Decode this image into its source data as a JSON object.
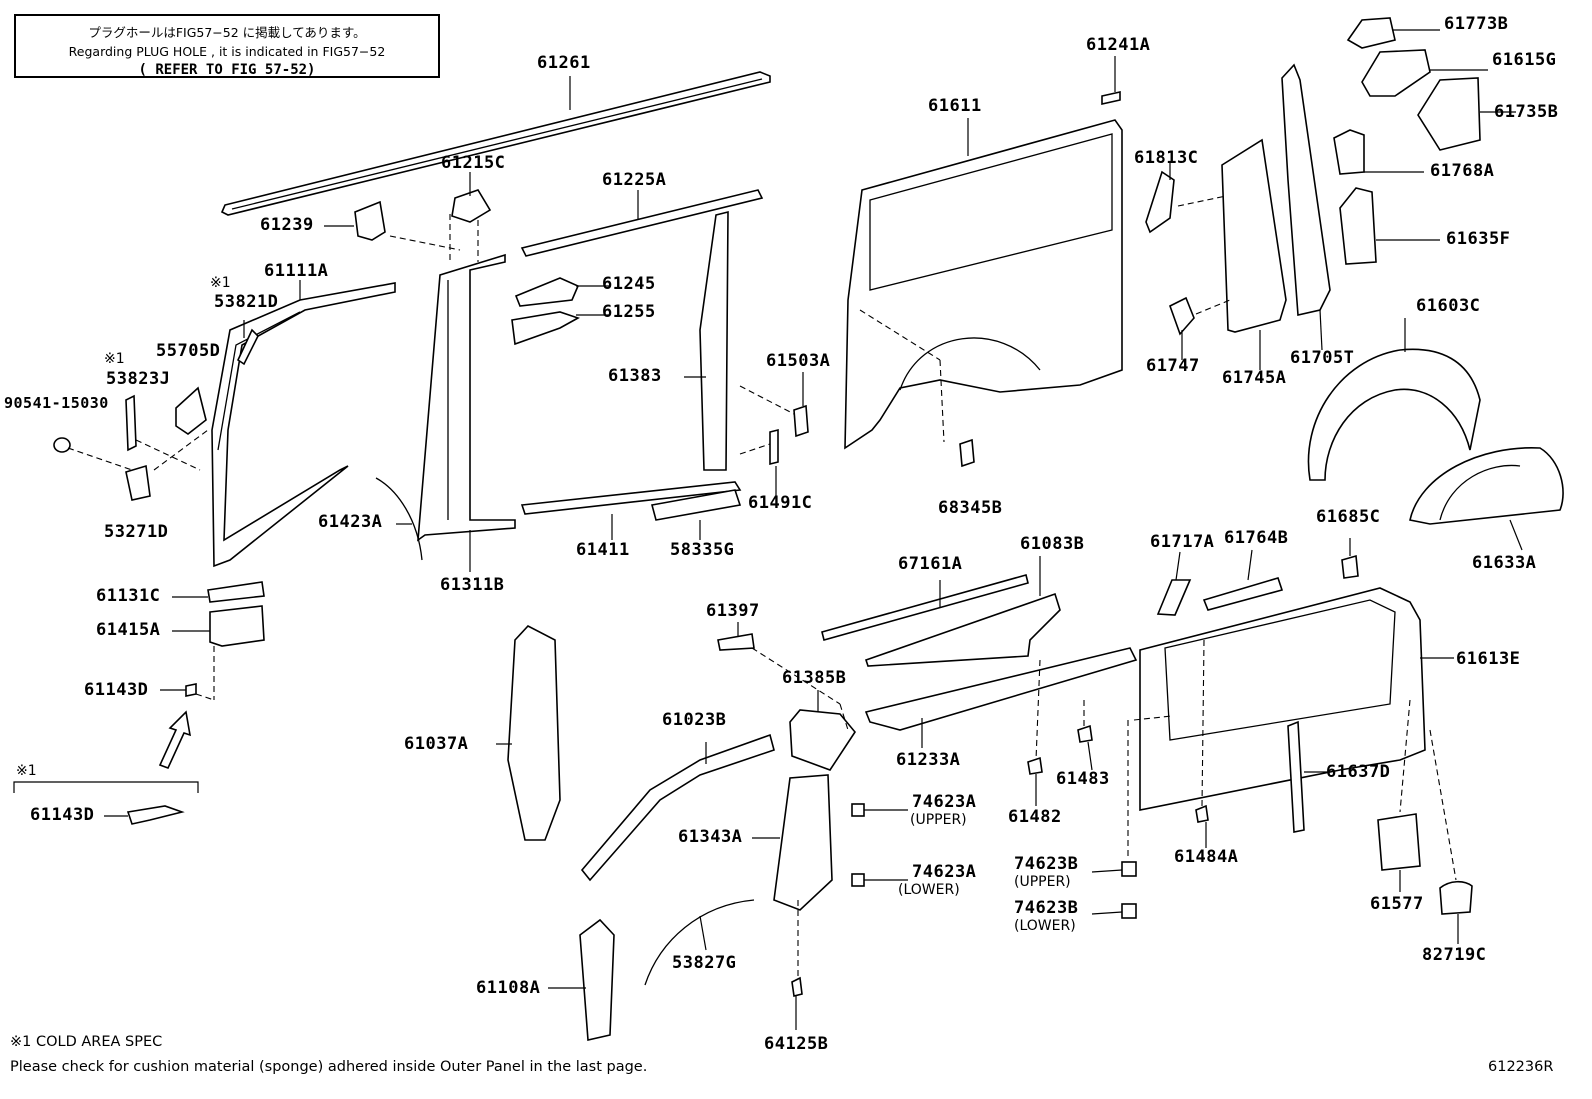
{
  "notice": {
    "line_jp": "プラグホールはFIG57−52 に掲載してあります。",
    "line_en": "Regarding PLUG HOLE , it is indicated in FIG57−52",
    "refer": "( REFER TO FIG 57-52)"
  },
  "parts": {
    "p61261": "61261",
    "p61215C": "61215C",
    "p61225A": "61225A",
    "p61239": "61239",
    "p61111A": "61111A",
    "p53821D": "53821D",
    "p55705D": "55705D",
    "p53823J": "53823J",
    "p90541": "90541-15030",
    "p53271D": "53271D",
    "p61245": "61245",
    "p61255": "61255",
    "p61383": "61383",
    "p61503A": "61503A",
    "p61491C": "61491C",
    "p61423A": "61423A",
    "p61311B": "61311B",
    "p61411": "61411",
    "p58335G": "58335G",
    "p61241A": "61241A",
    "p61611": "61611",
    "p68345B": "68345B",
    "p61813C": "61813C",
    "p61747": "61747",
    "p61745A": "61745A",
    "p61705T": "61705T",
    "p61773B": "61773B",
    "p61615G": "61615G",
    "p61735B": "61735B",
    "p61768A": "61768A",
    "p61635F": "61635F",
    "p61603C": "61603C",
    "p61685C": "61685C",
    "p61633A": "61633A",
    "p61131C": "61131C",
    "p61415A": "61415A",
    "p61143D_a": "61143D",
    "p61143D_b": "61143D",
    "p61037A": "61037A",
    "p61397": "61397",
    "p61385B": "61385B",
    "p61023B": "61023B",
    "p61343A": "61343A",
    "p74623A_u": "74623A",
    "p74623A_l": "74623A",
    "p53827G": "53827G",
    "p61108A": "61108A",
    "p64125B": "64125B",
    "p67161A": "67161A",
    "p61083B": "61083B",
    "p61233A": "61233A",
    "p61483": "61483",
    "p61482": "61482",
    "p74623B_u": "74623B",
    "p74623B_l": "74623B",
    "p61717A": "61717A",
    "p61764B": "61764B",
    "p61613E": "61613E",
    "p61637D": "61637D",
    "p61484A": "61484A",
    "p61577": "61577",
    "p82719C": "82719C"
  },
  "sub": {
    "upper1": "(UPPER)",
    "lower1": "(LOWER)",
    "upper2": "(UPPER)",
    "lower2": "(LOWER)"
  },
  "marks": {
    "m1": "※1",
    "m2": "※1",
    "m3": "※1"
  },
  "footer": {
    "cold_area": "※1 COLD AREA SPEC",
    "sponge_note": "Please check for cushion material (sponge) adhered inside Outer Panel in the last page.",
    "figure_code": "612236R"
  }
}
